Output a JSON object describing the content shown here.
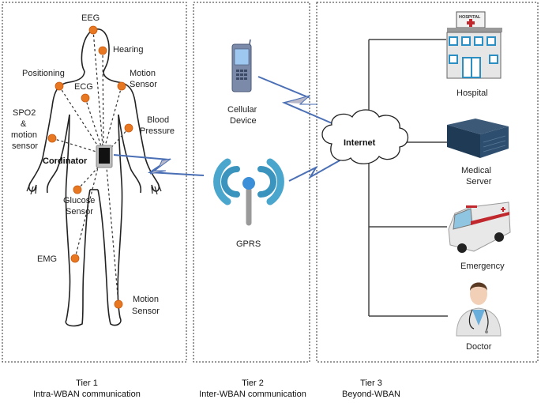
{
  "tiers": [
    {
      "title": "Tier 1",
      "subtitle": "Intra-WBAN communication"
    },
    {
      "title": "Tier 2",
      "subtitle": "Inter-WBAN communication"
    },
    {
      "title": "Tier 3",
      "subtitle": "Beyond-WBAN"
    }
  ],
  "tier1": {
    "sensors": {
      "eeg": "EEG",
      "hearing": "Hearing",
      "positioning": "Positioning",
      "motion_sensor_upper_1": "Motion",
      "motion_sensor_upper_2": "Sensor",
      "ecg": "ECG",
      "spo2_1": "SPO2",
      "spo2_2": "&",
      "spo2_3": "motion",
      "spo2_4": "sensor",
      "blood_pressure_1": "Blood",
      "blood_pressure_2": "Pressure",
      "glucose_1": "Glucose",
      "glucose_2": "Sensor",
      "emg": "EMG",
      "motion_sensor_lower_1": "Motion",
      "motion_sensor_lower_2": "Sensor"
    },
    "coordinator": "Cordinator"
  },
  "tier2": {
    "cellular_1": "Cellular",
    "cellular_2": "Device",
    "gprs": "GPRS"
  },
  "tier3": {
    "internet": "Internet",
    "hospital": "Hospital",
    "hospital_sign": "HOSPITAL",
    "medical_server_1": "Medical",
    "medical_server_2": "Server",
    "emergency": "Emergency",
    "doctor": "Doctor"
  },
  "colors": {
    "sensor": "#e87722",
    "link": "#4a6fb5",
    "bolt_fill": "#b8b8c8",
    "wifi": "#3a9cc8",
    "hospital_red": "#c0282d"
  }
}
